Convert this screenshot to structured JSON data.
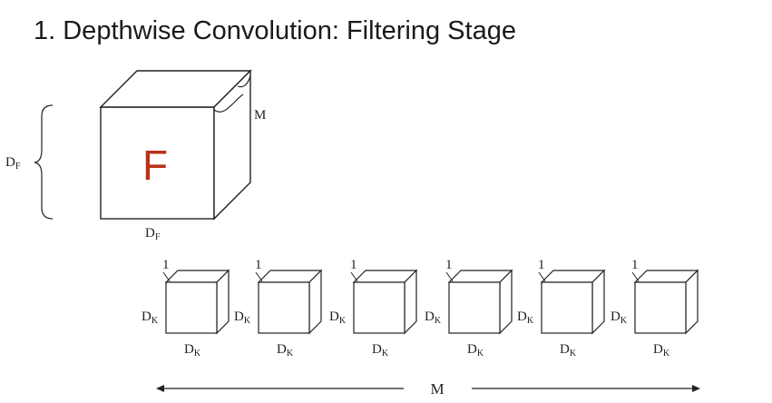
{
  "title": "1. Depthwise Convolution: Filtering Stage",
  "input_cube": {
    "letter": "F",
    "depth_label": "M",
    "height_label_main": "D",
    "height_label_sub": "F",
    "width_label_main": "D",
    "width_label_sub": "F",
    "letter_color": "#b8321a"
  },
  "filters": [
    {
      "depth": "1",
      "h_main": "D",
      "h_sub": "K",
      "w_main": "D",
      "w_sub": "K"
    },
    {
      "depth": "1",
      "h_main": "D",
      "h_sub": "K",
      "w_main": "D",
      "w_sub": "K"
    },
    {
      "depth": "1",
      "h_main": "D",
      "h_sub": "K",
      "w_main": "D",
      "w_sub": "K"
    },
    {
      "depth": "1",
      "h_main": "D",
      "h_sub": "K",
      "w_main": "D",
      "w_sub": "K"
    },
    {
      "depth": "1",
      "h_main": "D",
      "h_sub": "K",
      "w_main": "D",
      "w_sub": "K"
    },
    {
      "depth": "1",
      "h_main": "D",
      "h_sub": "K",
      "w_main": "D",
      "w_sub": "K"
    }
  ],
  "count_label": "M"
}
